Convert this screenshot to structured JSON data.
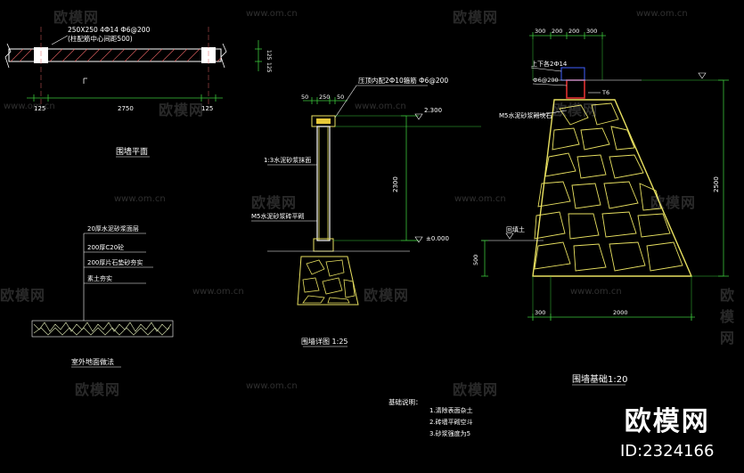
{
  "watermark": {
    "logo_text": "欧模网",
    "url_text": "www.om.cn",
    "brand_name": "欧模网",
    "brand_id": "ID:2324166"
  },
  "plan": {
    "note_line1": "250X250 4Ф14 Ф6@200",
    "note_line2": "(柱配筋中心间距500)",
    "dim_left": "125",
    "dim_mid": "2750",
    "dim_right": "125",
    "dim_v1": "125",
    "dim_v2": "125",
    "title": "围墙平面"
  },
  "floor_section": {
    "layer1": "20厚水泥砂浆面层",
    "layer2": "200厚C20砼",
    "layer3": "200厚片石垫砂夯实",
    "layer4": "素土夯实",
    "title": "室外地面做法"
  },
  "wall_detail": {
    "top_note": "压顶内配2Ф10箍筋 Ф6@200",
    "dim_a": "50",
    "dim_b": "250",
    "dim_c": "50",
    "label_plaster": "1:3水泥砂浆抹面",
    "label_brick": "M5水泥砂浆砖平砌",
    "level_top": "2.300",
    "dim_height": "2300",
    "level_ground": "±0.000",
    "title": "围墙详图 1:25"
  },
  "foundation": {
    "dims_top": [
      "300",
      "200",
      "200",
      "300"
    ],
    "label_rebar": "上下各2Ф14",
    "label_stirrup": "Ф6@200",
    "label_t6": "T6",
    "label_stone": "M5水泥砂浆砌块石",
    "label_backfill": "回填土",
    "dim_left": "500",
    "dim_right": "2500",
    "dim_bottom_left": "300",
    "dim_bottom": "2000",
    "title": "围墙基础1:20"
  },
  "foundation_notes": {
    "title": "基础说明：",
    "items": [
      "1.清除表面杂土",
      "2.砖墙平砌空斗",
      "3.砂浆强度为5"
    ]
  }
}
